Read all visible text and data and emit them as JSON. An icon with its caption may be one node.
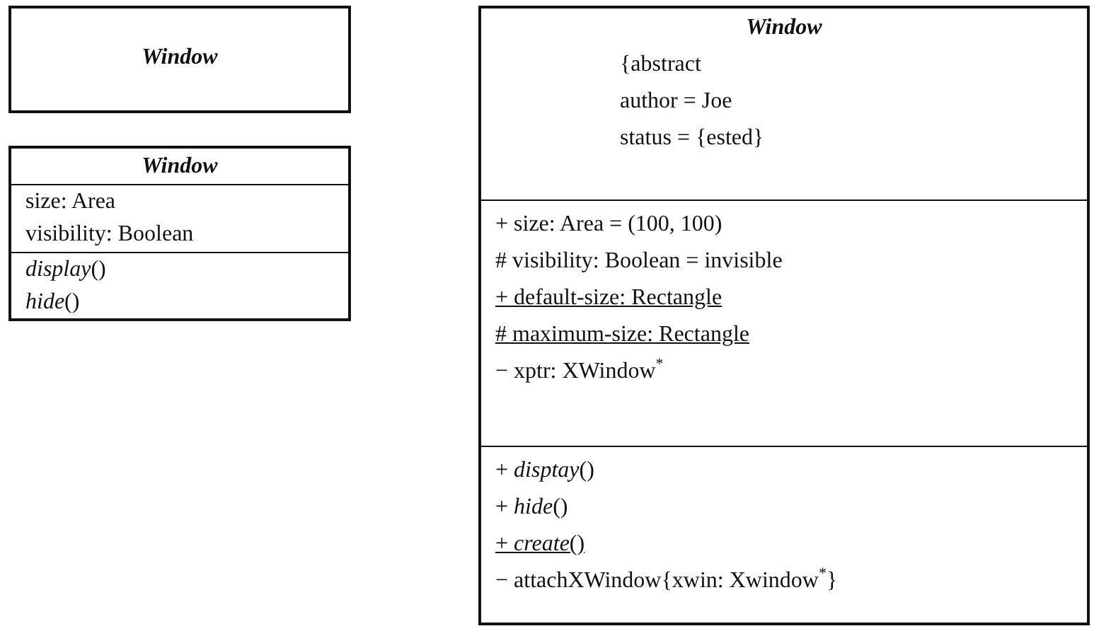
{
  "diagram": {
    "nodes": [
      {
        "text": [
          "Window"
        ]
      },
      {
        "text": [
          "Window",
          "size: Area",
          "visibility: Boolean",
          "*display*()",
          "*hide*()"
        ]
      },
      {
        "text": [
          "Window",
          "{abstract",
          "author = Joe",
          "status = {ested}",
          "+ size: Area = (100, 100)",
          "# visibility: Boolean = invisible",
          "+ default-size: Rectangle",
          "# maximum-size: Rectangle",
          "− xptr: XWindow$^{*}$",
          "+ *disptay*()",
          "+ *hide*()",
          "+ *create*()",
          "− attachXWindow{xwin: Xwindow$^{*}$}"
        ]
      }
    ]
  }
}
